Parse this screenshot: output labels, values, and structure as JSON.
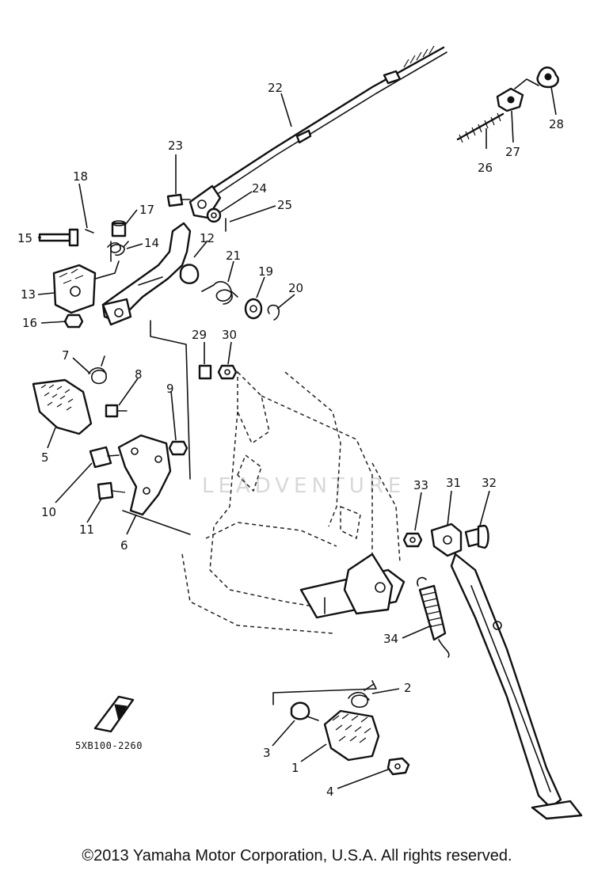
{
  "diagram": {
    "callouts": [
      "1",
      "2",
      "3",
      "4",
      "5",
      "6",
      "7",
      "8",
      "9",
      "10",
      "11",
      "12",
      "13",
      "14",
      "15",
      "16",
      "17",
      "18",
      "19",
      "20",
      "21",
      "22",
      "23",
      "24",
      "25",
      "26",
      "27",
      "28",
      "29",
      "30",
      "31",
      "32",
      "33",
      "34"
    ],
    "drawing_code": "5XB100-2260",
    "watermark": "LEADVENTURE"
  },
  "footer": {
    "copyright": "©2013 Yamaha Motor Corporation, U.S.A. All rights reserved."
  }
}
